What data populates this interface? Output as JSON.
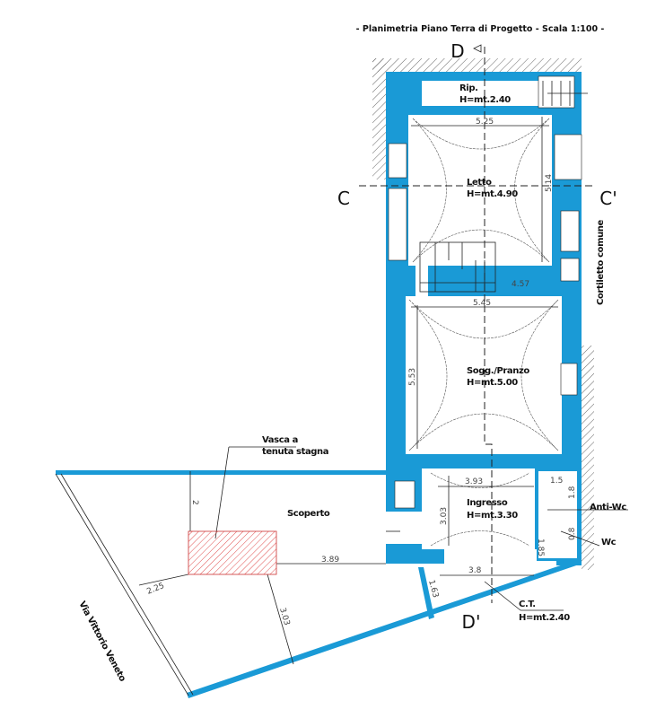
{
  "title": "- Planimetria Piano Terra di Progetto - Scala 1:100 -",
  "sections": {
    "d_top": "D",
    "d_bottom": "D'",
    "c_left": "C",
    "c_right": "C'"
  },
  "rooms": {
    "ripostiglio": {
      "name": "Rip.",
      "height": "H=mt.2.40"
    },
    "letto": {
      "name": "Letto",
      "height": "H=mt.4.90"
    },
    "soggiorno": {
      "name": "Sogg./Pranzo",
      "height": "H=mt.5.00"
    },
    "ingresso": {
      "name": "Ingresso",
      "height": "H=mt.3.30"
    },
    "anti_wc": {
      "name": "Anti-Wc"
    },
    "wc": {
      "name": "Wc"
    },
    "ct": {
      "name": "C.T.",
      "height": "H=mt.2.40"
    },
    "scoperto": {
      "name": "Scoperto"
    }
  },
  "labels": {
    "cortiletto": "Cortiletto comune",
    "vasca_line1": "Vasca a",
    "vasca_line2": "tenuta stagna",
    "street": "Via Vittorio Veneto"
  },
  "dimensions": {
    "letto_width": "5.25",
    "letto_depth": "5.14",
    "stair_width": "4.57",
    "sogg_width": "5.45",
    "sogg_depth": "5.53",
    "ingresso_width": "3.93",
    "ingresso_depth": "3.03",
    "antiwc_width": "1.5",
    "antiwc_depth": "1.8",
    "wc_depth": "0.8",
    "wc_side": "1.85",
    "ct_width": "3.8",
    "ct_door": "1.63",
    "vasca_to_wall": "3.89",
    "vasca_to_top": "2",
    "vasca_to_street": "2.25",
    "vasca_to_bottom": "3.03"
  },
  "colors": {
    "wall": "#1a9ad6",
    "tank": "#e05050"
  }
}
